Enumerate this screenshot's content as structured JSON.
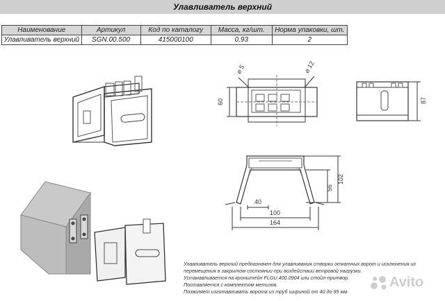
{
  "title": "Улавливатель верхний",
  "table": {
    "headers": [
      "Наименование",
      "Артикул",
      "Код по каталогу",
      "Масса, кг/шт.",
      "Норма упаковки, шт."
    ],
    "row": [
      "Улавливатель верхний",
      "SGN.00.500",
      "415000100",
      "0,93",
      "2"
    ]
  },
  "dimensions": {
    "d5": "⌀ 5",
    "d12": "⌀ 12",
    "h60": "60",
    "h87": "87",
    "h56": "56",
    "h102": "102",
    "w40": "40",
    "w100": "100",
    "w164": "164"
  },
  "description": [
    "Улавливатель верхний предназначен для улавливания створки откатных ворот и исключения их",
    "перемещения в закрытом состоянии при воздействии ветровой нагрузки.",
    "Устанавливается на кронштейн FLGU.400.0904 или стойл-притвор.",
    "Поставляется с комплектом метизов.",
    "Позволяет изготавливать ворота из труб шириной от 40 до 95 мм"
  ],
  "watermark": "Avito",
  "colors": {
    "title_bg": "#cfcfcf",
    "header_bg": "#d6d6d6",
    "line": "#333333"
  }
}
